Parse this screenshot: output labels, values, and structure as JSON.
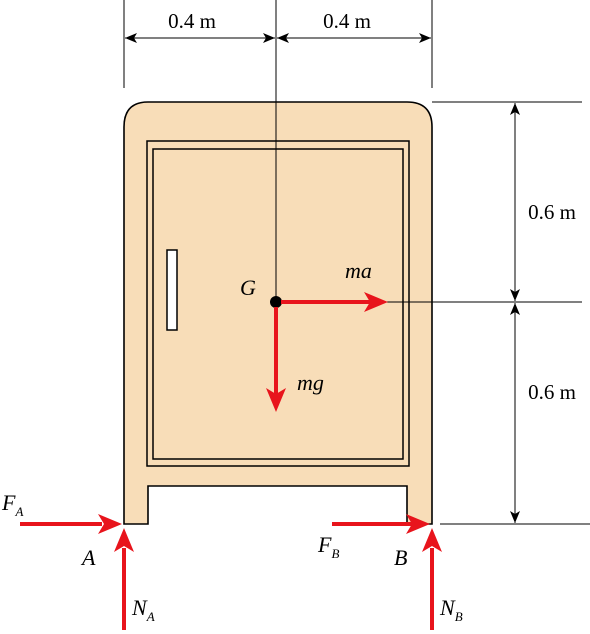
{
  "dimensions": {
    "top_left": "0.4 m",
    "top_right": "0.4 m",
    "right_upper": "0.6 m",
    "right_lower": "0.6 m"
  },
  "labels": {
    "center_of_mass": "G",
    "inertial_force": "ma",
    "weight": "mg",
    "point_a": "A",
    "point_b": "B",
    "friction_a_main": "F",
    "friction_a_sub": "A",
    "friction_b_main": "F",
    "friction_b_sub": "B",
    "normal_a_main": "N",
    "normal_a_sub": "A",
    "normal_b_main": "N",
    "normal_b_sub": "B"
  },
  "colors": {
    "cabinet_fill": "#f8ddb8",
    "outline": "#000000",
    "force_arrows": "#e8141c"
  }
}
